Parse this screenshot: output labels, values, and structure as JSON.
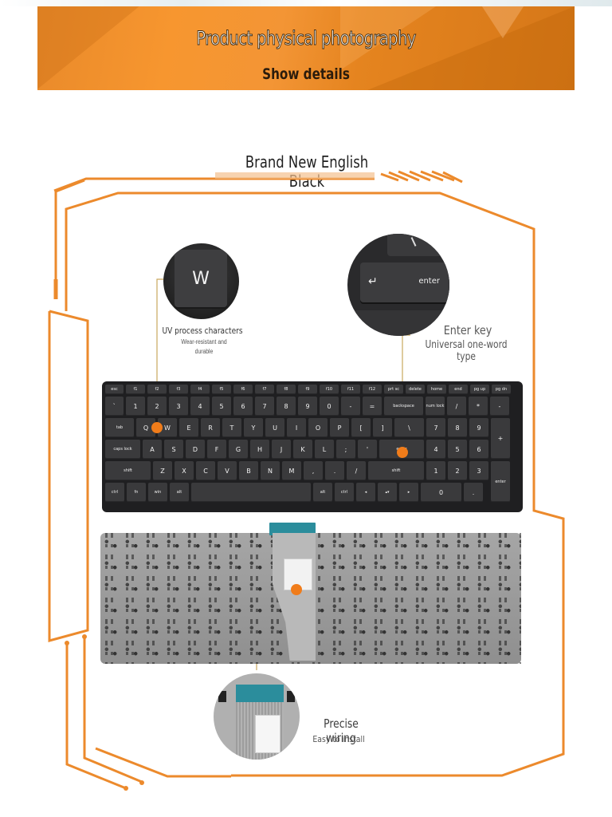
{
  "banner": {
    "title": "Product physical photography",
    "subtitle": "Show details",
    "accent_color": "#F39535"
  },
  "section": {
    "title": "Brand New English Black"
  },
  "callouts": {
    "uv": {
      "key_label": "W",
      "title": "UV process characters",
      "subtitle_line1": "Wear-resistant and",
      "subtitle_line2": "durable"
    },
    "enter": {
      "key_label": "enter",
      "key_arrow": "↵",
      "title": "Enter key",
      "subtitle": "Universal one-word type"
    },
    "wiring": {
      "title": "Precise wiring",
      "subtitle": "Easy to install"
    }
  },
  "keyboard": {
    "rows": [
      [
        "esc",
        "f1",
        "f2",
        "f3",
        "f4",
        "f5",
        "f6",
        "f7",
        "f8",
        "f9",
        "f10",
        "f11",
        "f12",
        "prt sc",
        "delete",
        "home",
        "end",
        "pg up",
        "pg dn"
      ],
      [
        "`",
        "1",
        "2",
        "3",
        "4",
        "5",
        "6",
        "7",
        "8",
        "9",
        "0",
        "-",
        "=",
        "backspace",
        "num lock",
        "/",
        "*",
        "-"
      ],
      [
        "tab",
        "Q",
        "W",
        "E",
        "R",
        "T",
        "Y",
        "U",
        "I",
        "O",
        "P",
        "[",
        "]",
        "\\",
        "7",
        "8",
        "9",
        "+"
      ],
      [
        "caps lock",
        "A",
        "S",
        "D",
        "F",
        "G",
        "H",
        "J",
        "K",
        "L",
        ";",
        "'",
        "enter",
        "4",
        "5",
        "6"
      ],
      [
        "shift",
        "Z",
        "X",
        "C",
        "V",
        "B",
        "N",
        "M",
        ",",
        ".",
        "/",
        "shift",
        "1",
        "2",
        "3",
        "enter"
      ],
      [
        "ctrl",
        "fn",
        "win",
        "alt",
        "",
        "alt",
        "ctrl",
        "◂",
        "▴▾",
        "▸",
        "0",
        "."
      ]
    ]
  },
  "colors": {
    "frame": "#EC8A2C",
    "dot": "#F07C1A",
    "leader": "#C9A85E"
  }
}
